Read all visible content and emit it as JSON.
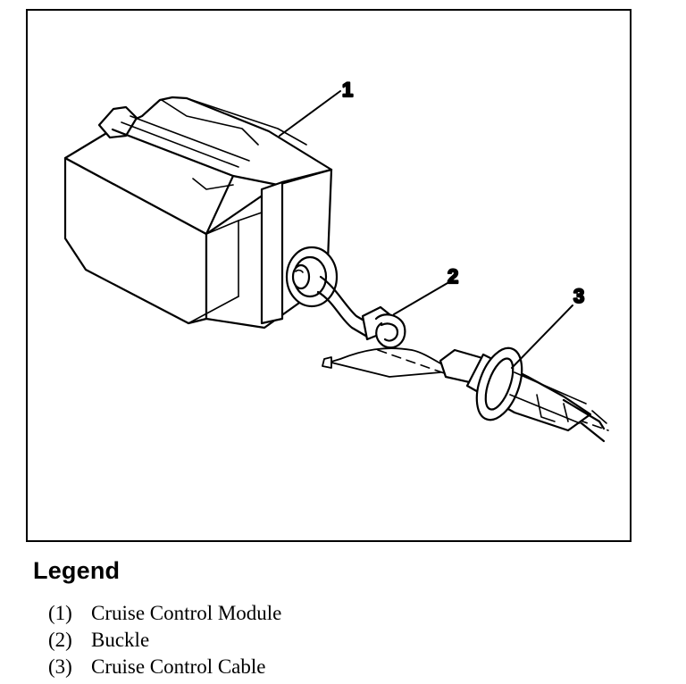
{
  "figure": {
    "callouts": [
      "1",
      "2",
      "3"
    ]
  },
  "legend": {
    "title": "Legend",
    "items": [
      {
        "number": "(1)",
        "label": "Cruise Control Module"
      },
      {
        "number": "(2)",
        "label": "Buckle"
      },
      {
        "number": "(3)",
        "label": "Cruise Control Cable"
      }
    ]
  }
}
